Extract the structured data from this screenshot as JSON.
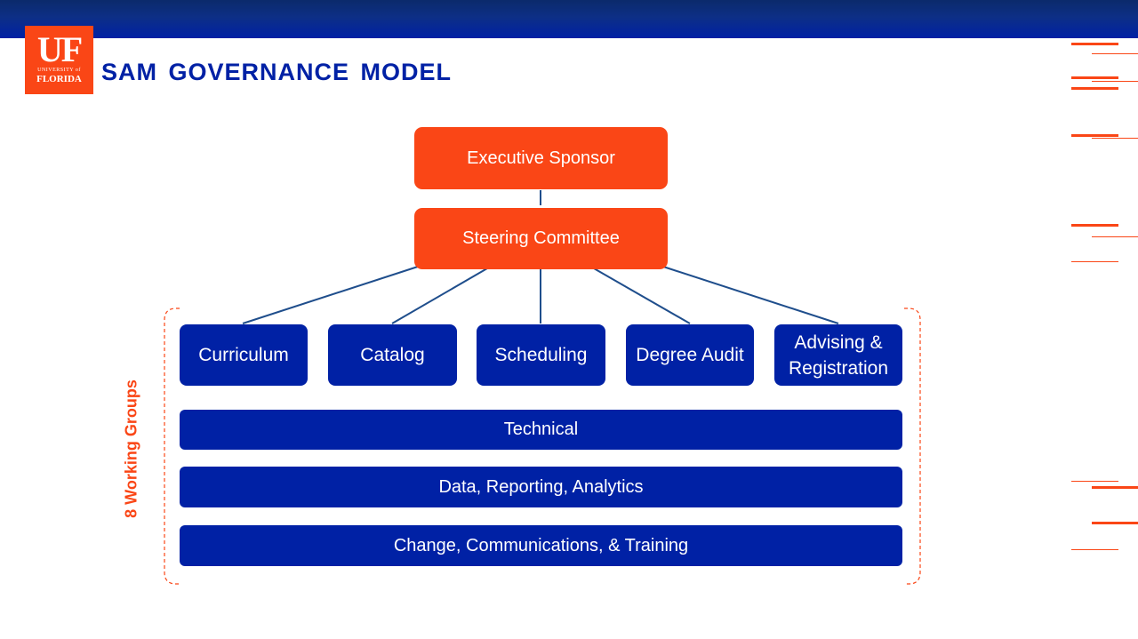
{
  "logo": {
    "initials": "UF",
    "university": "UNIVERSITY of",
    "state": "FLORIDA"
  },
  "slide": {
    "title": "SAM GOVERNANCE  MODEL"
  },
  "diagram": {
    "executive": "Executive Sponsor",
    "steering": "Steering Committee",
    "side_label": "8 Working Groups",
    "groups": [
      "Curriculum",
      "Catalog",
      "Scheduling",
      "Degree Audit",
      "Advising & Registration"
    ],
    "bars": [
      "Technical",
      "Data, Reporting, Analytics",
      "Change, Communications, & Training"
    ]
  },
  "colors": {
    "brand_orange": "#fa4616",
    "brand_blue": "#0021a5",
    "line_blue": "#1f4e8c"
  }
}
